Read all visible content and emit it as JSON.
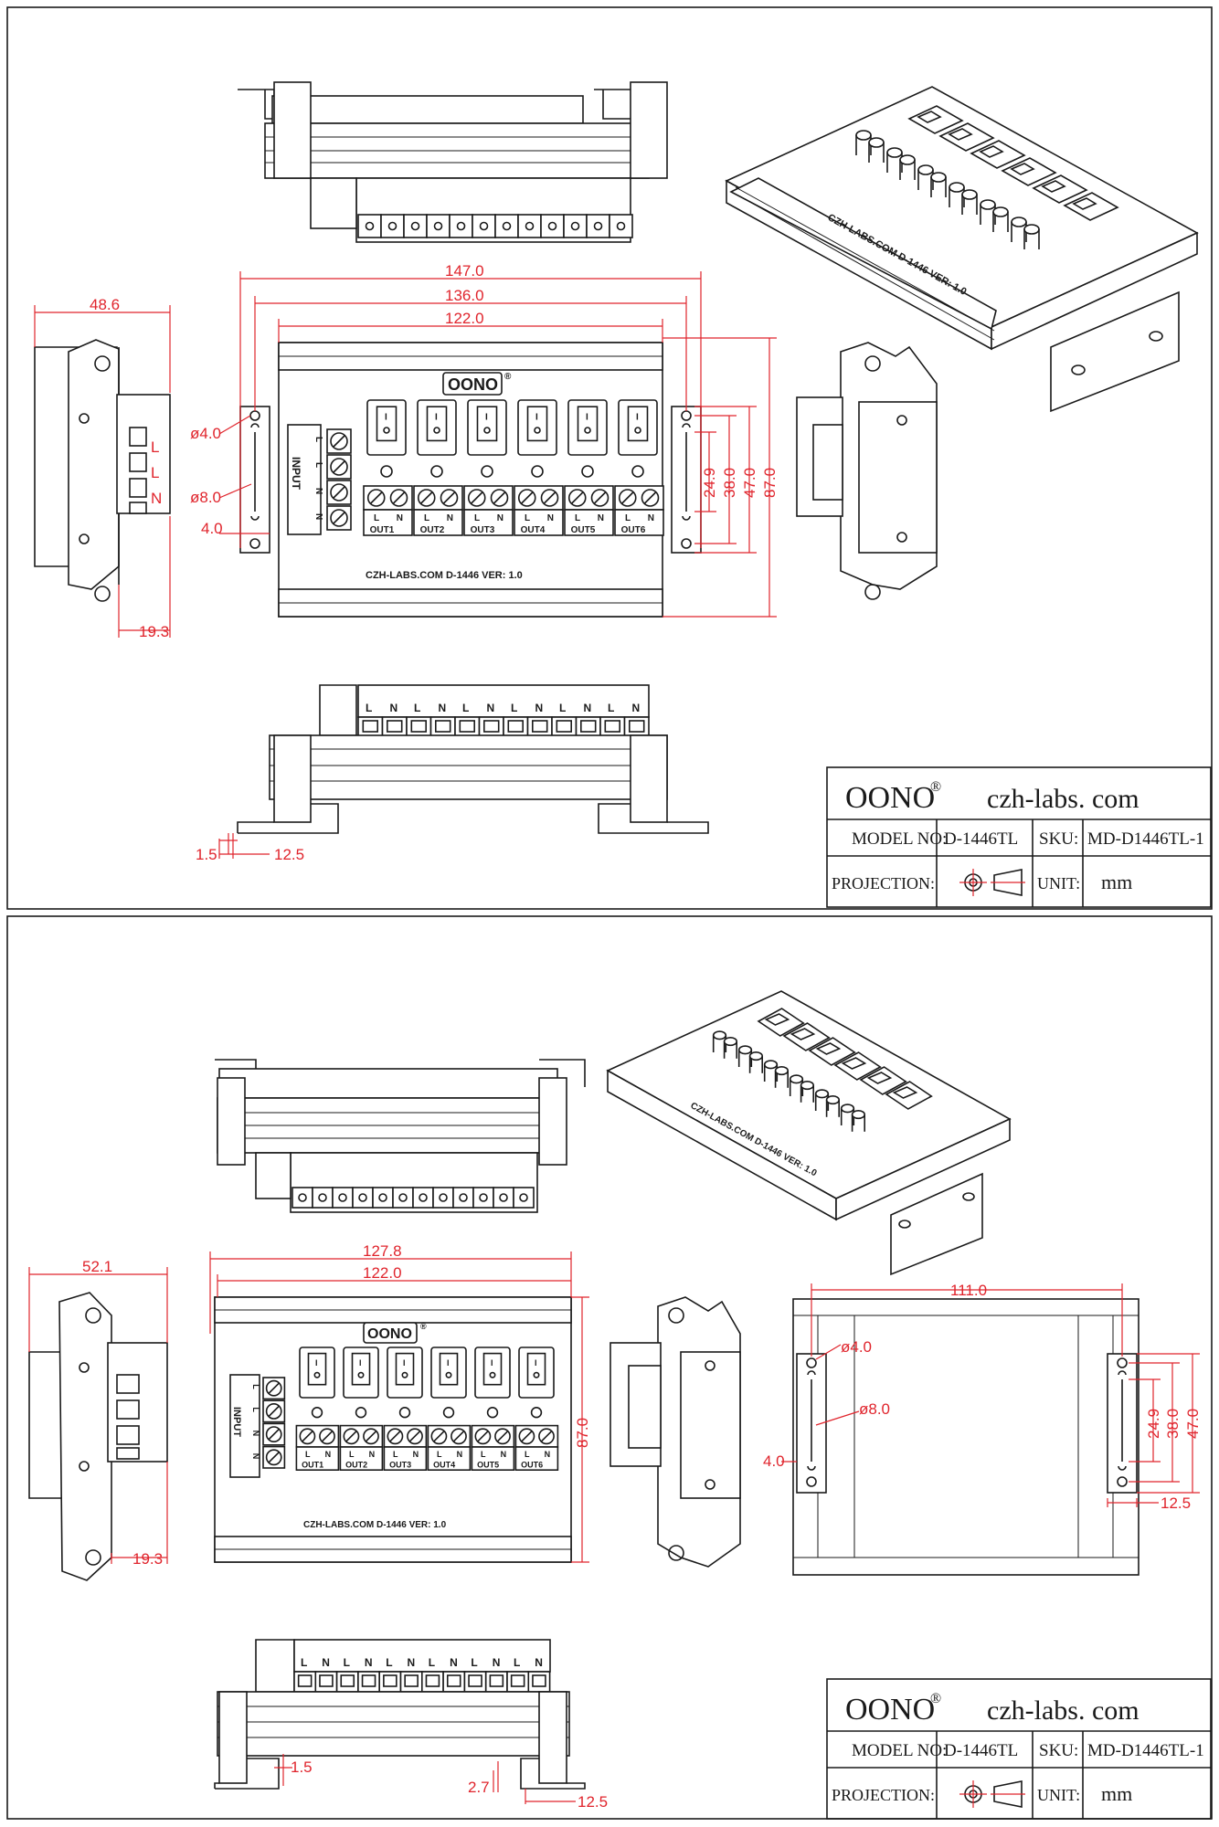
{
  "sheet_1": {
    "dims": {
      "depth": "48.6",
      "width_overall": "147.0",
      "width_holes": "136.0",
      "width_body": "122.0",
      "hole_small": "ø4.0",
      "hole_large": "ø8.0",
      "edge": "4.0",
      "slot": "24.9",
      "h38": "38.0",
      "h47": "47.0",
      "height": "87.0",
      "rail_depth": "19.3",
      "thick": "1.5",
      "foot": "12.5"
    }
  },
  "sheet_2": {
    "dims": {
      "depth": "52.1",
      "width_overall": "127.8",
      "width_body": "122.0",
      "height": "87.0",
      "rail_depth": "19.3",
      "bottom_width": "111.0",
      "hole_small": "ø4.0",
      "hole_large": "ø8.0",
      "edge": "4.0",
      "slot": "24.9",
      "h38": "38.0",
      "h47": "47.0",
      "foot_side": "12.5",
      "thick": "1.5",
      "gap": "2.7",
      "foot": "12.5"
    }
  },
  "board": {
    "logo": "OONO",
    "reg": "®",
    "footer": "CZH-LABS.COM      D-1446  VER: 1.0",
    "input_label": "INPUT",
    "input_pins": [
      "L",
      "L",
      "N",
      "N"
    ],
    "switch_mark": "I",
    "outputs": [
      "OUT1",
      "OUT2",
      "OUT3",
      "OUT4",
      "OUT5",
      "OUT6"
    ],
    "pins": [
      "L",
      "N"
    ]
  },
  "title_block": {
    "brand": "OONO",
    "reg": "®",
    "site": "czh-labs. com",
    "model_label": "MODEL NO:",
    "model": "D-1446TL",
    "sku_label": "SKU:",
    "sku": "MD-D1446TL-1",
    "projection_label": "PROJECTION:",
    "unit_label": "UNIT:",
    "unit": "mm"
  }
}
